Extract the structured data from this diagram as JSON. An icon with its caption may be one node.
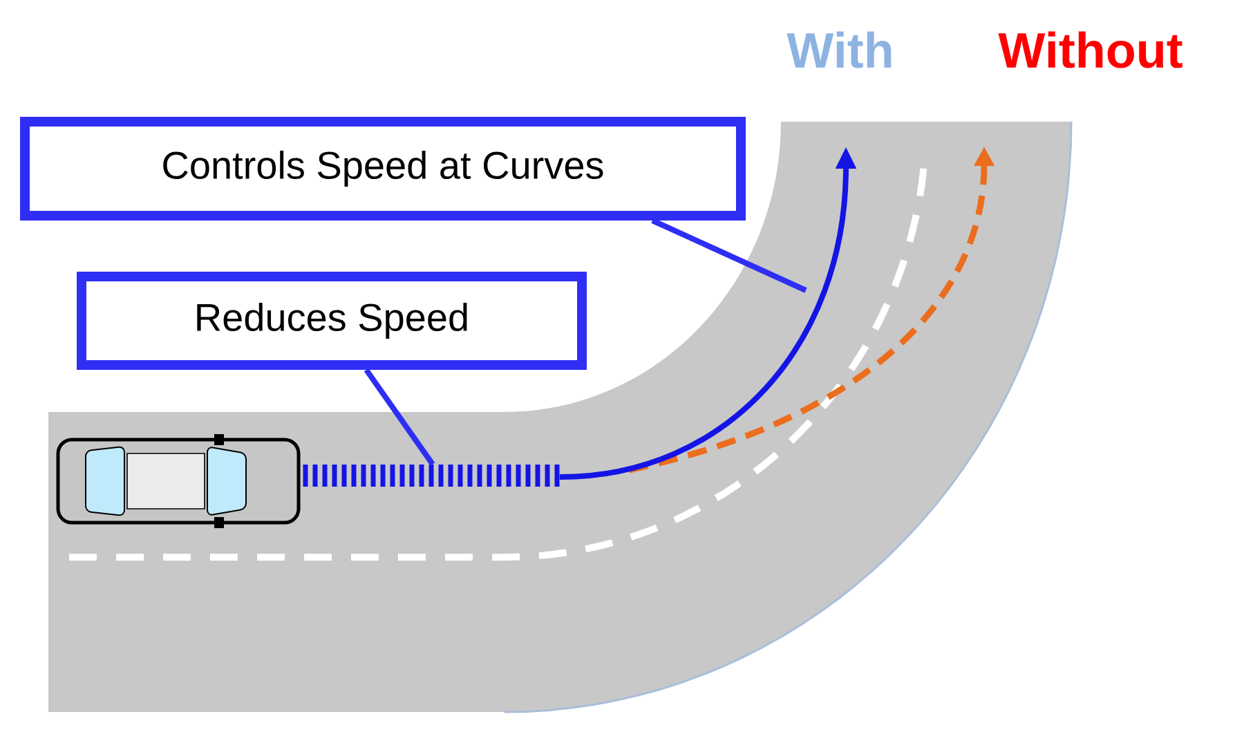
{
  "diagram": {
    "nodes": [
      {
        "text": [
          "Controls Speed at Curves"
        ]
      },
      {
        "text": [
          "Reduces Speed"
        ]
      },
      {
        "text": [],
        "shape": "bar"
      }
    ],
    "edges": [
      {
        "from": 0,
        "to": null,
        "arrow": "none"
      },
      {
        "from": 1,
        "to": 2,
        "arrow": "none"
      }
    ],
    "labels": [
      "With",
      "Without"
    ]
  }
}
